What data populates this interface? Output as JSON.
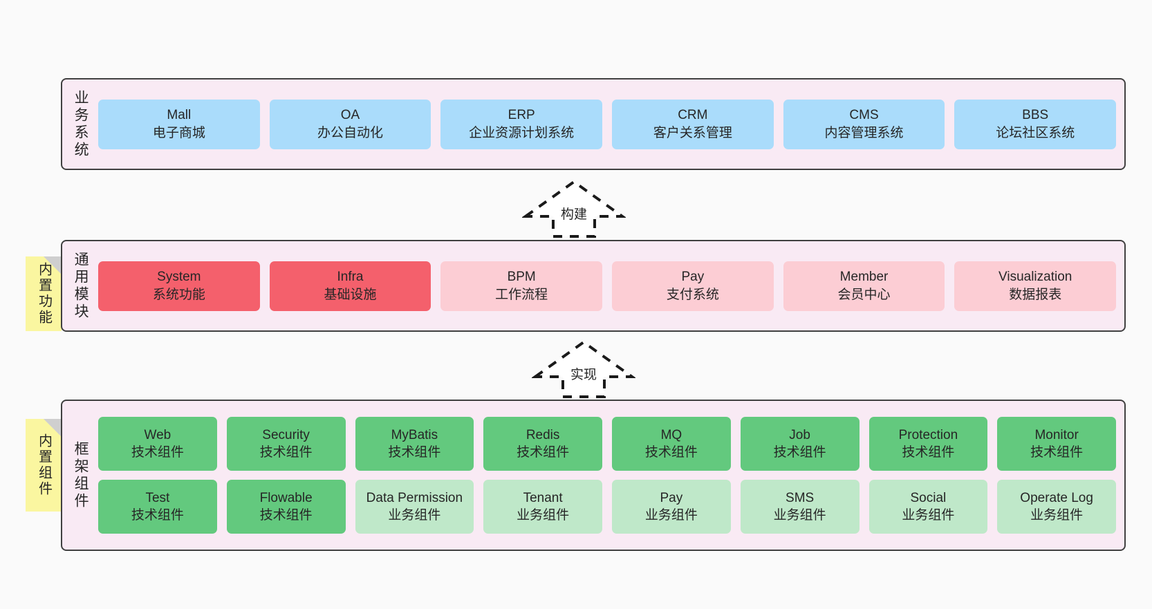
{
  "canvas": {
    "background": "#fafafa",
    "accent_border": "#404040",
    "layer_background": "#f9eaf4"
  },
  "layers": [
    {
      "id": "business",
      "label": "业务系统",
      "rows": [
        [
          {
            "en": "Mall",
            "cn": "电子商城",
            "color": "#aadcfb",
            "tone": "blue"
          },
          {
            "en": "OA",
            "cn": "办公自动化",
            "color": "#aadcfb",
            "tone": "blue"
          },
          {
            "en": "ERP",
            "cn": "企业资源计划系统",
            "color": "#aadcfb",
            "tone": "blue"
          },
          {
            "en": "CRM",
            "cn": "客户关系管理",
            "color": "#aadcfb",
            "tone": "blue"
          },
          {
            "en": "CMS",
            "cn": "内容管理系统",
            "color": "#aadcfb",
            "tone": "blue"
          },
          {
            "en": "BBS",
            "cn": "论坛社区系统",
            "color": "#aadcfb",
            "tone": "blue"
          }
        ]
      ]
    },
    {
      "id": "common",
      "label": "通用模块",
      "note": "内置功能",
      "rows": [
        [
          {
            "en": "System",
            "cn": "系统功能",
            "color": "#f4606c",
            "tone": "red"
          },
          {
            "en": "Infra",
            "cn": "基础设施",
            "color": "#f4606c",
            "tone": "red"
          },
          {
            "en": "BPM",
            "cn": "工作流程",
            "color": "#fccdd4",
            "tone": "pink"
          },
          {
            "en": "Pay",
            "cn": "支付系统",
            "color": "#fccdd4",
            "tone": "pink"
          },
          {
            "en": "Member",
            "cn": "会员中心",
            "color": "#fccdd4",
            "tone": "pink"
          },
          {
            "en": "Visualization",
            "cn": "数据报表",
            "color": "#fccdd4",
            "tone": "pink"
          }
        ]
      ]
    },
    {
      "id": "framework",
      "label": "框架组件",
      "note": "内置组件",
      "rows": [
        [
          {
            "en": "Web",
            "cn": "技术组件",
            "color": "#63c97e",
            "tone": "green"
          },
          {
            "en": "Security",
            "cn": "技术组件",
            "color": "#63c97e",
            "tone": "green"
          },
          {
            "en": "MyBatis",
            "cn": "技术组件",
            "color": "#63c97e",
            "tone": "green"
          },
          {
            "en": "Redis",
            "cn": "技术组件",
            "color": "#63c97e",
            "tone": "green"
          },
          {
            "en": "MQ",
            "cn": "技术组件",
            "color": "#63c97e",
            "tone": "green"
          },
          {
            "en": "Job",
            "cn": "技术组件",
            "color": "#63c97e",
            "tone": "green"
          },
          {
            "en": "Protection",
            "cn": "技术组件",
            "color": "#63c97e",
            "tone": "green"
          },
          {
            "en": "Monitor",
            "cn": "技术组件",
            "color": "#63c97e",
            "tone": "green"
          }
        ],
        [
          {
            "en": "Test",
            "cn": "技术组件",
            "color": "#63c97e",
            "tone": "green"
          },
          {
            "en": "Flowable",
            "cn": "技术组件",
            "color": "#63c97e",
            "tone": "green"
          },
          {
            "en": "Data Permission",
            "cn": "业务组件",
            "color": "#bfe8c9",
            "tone": "lightgreen",
            "wrap": true
          },
          {
            "en": "Tenant",
            "cn": "业务组件",
            "color": "#bfe8c9",
            "tone": "lightgreen"
          },
          {
            "en": "Pay",
            "cn": "业务组件",
            "color": "#bfe8c9",
            "tone": "lightgreen"
          },
          {
            "en": "SMS",
            "cn": "业务组件",
            "color": "#bfe8c9",
            "tone": "lightgreen"
          },
          {
            "en": "Social",
            "cn": "业务组件",
            "color": "#bfe8c9",
            "tone": "lightgreen"
          },
          {
            "en": "Operate Log",
            "cn": "业务组件",
            "color": "#bfe8c9",
            "tone": "lightgreen"
          }
        ]
      ]
    }
  ],
  "connectors": [
    {
      "id": "build",
      "label": "构建",
      "style": "dashed-generalization-up"
    },
    {
      "id": "impl",
      "label": "实现",
      "style": "dashed-generalization-up"
    }
  ]
}
